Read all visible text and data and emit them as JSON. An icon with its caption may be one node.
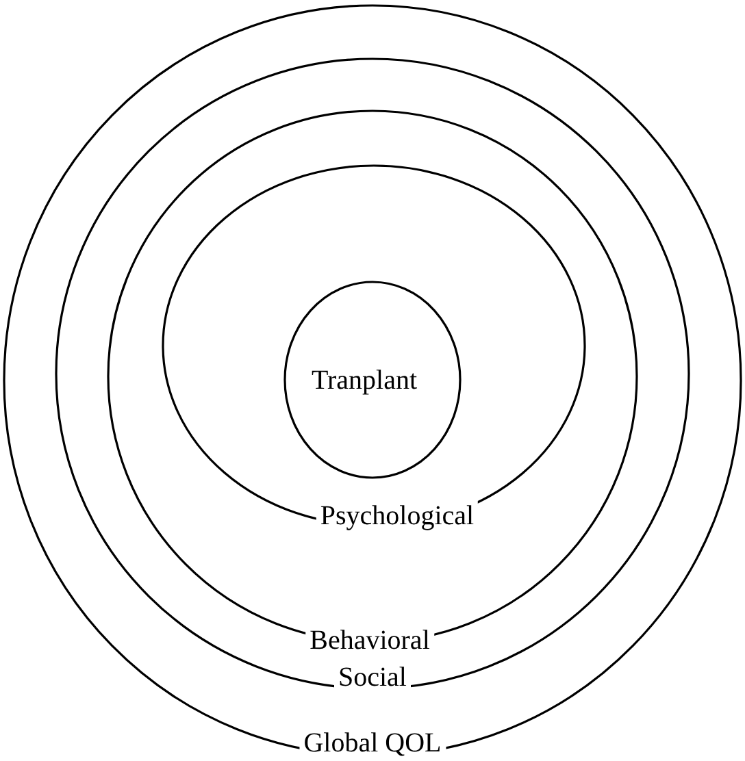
{
  "diagram": {
    "nodes": [
      {
        "text": [
          "Global QOL"
        ]
      },
      {
        "text": [
          "Social"
        ],
        "in": 0
      },
      {
        "text": [
          "Behavioral"
        ],
        "in": 1
      },
      {
        "text": [
          "Psychological"
        ],
        "in": 2
      },
      {
        "text": [
          "Tranplant"
        ],
        "in": 3
      }
    ]
  }
}
